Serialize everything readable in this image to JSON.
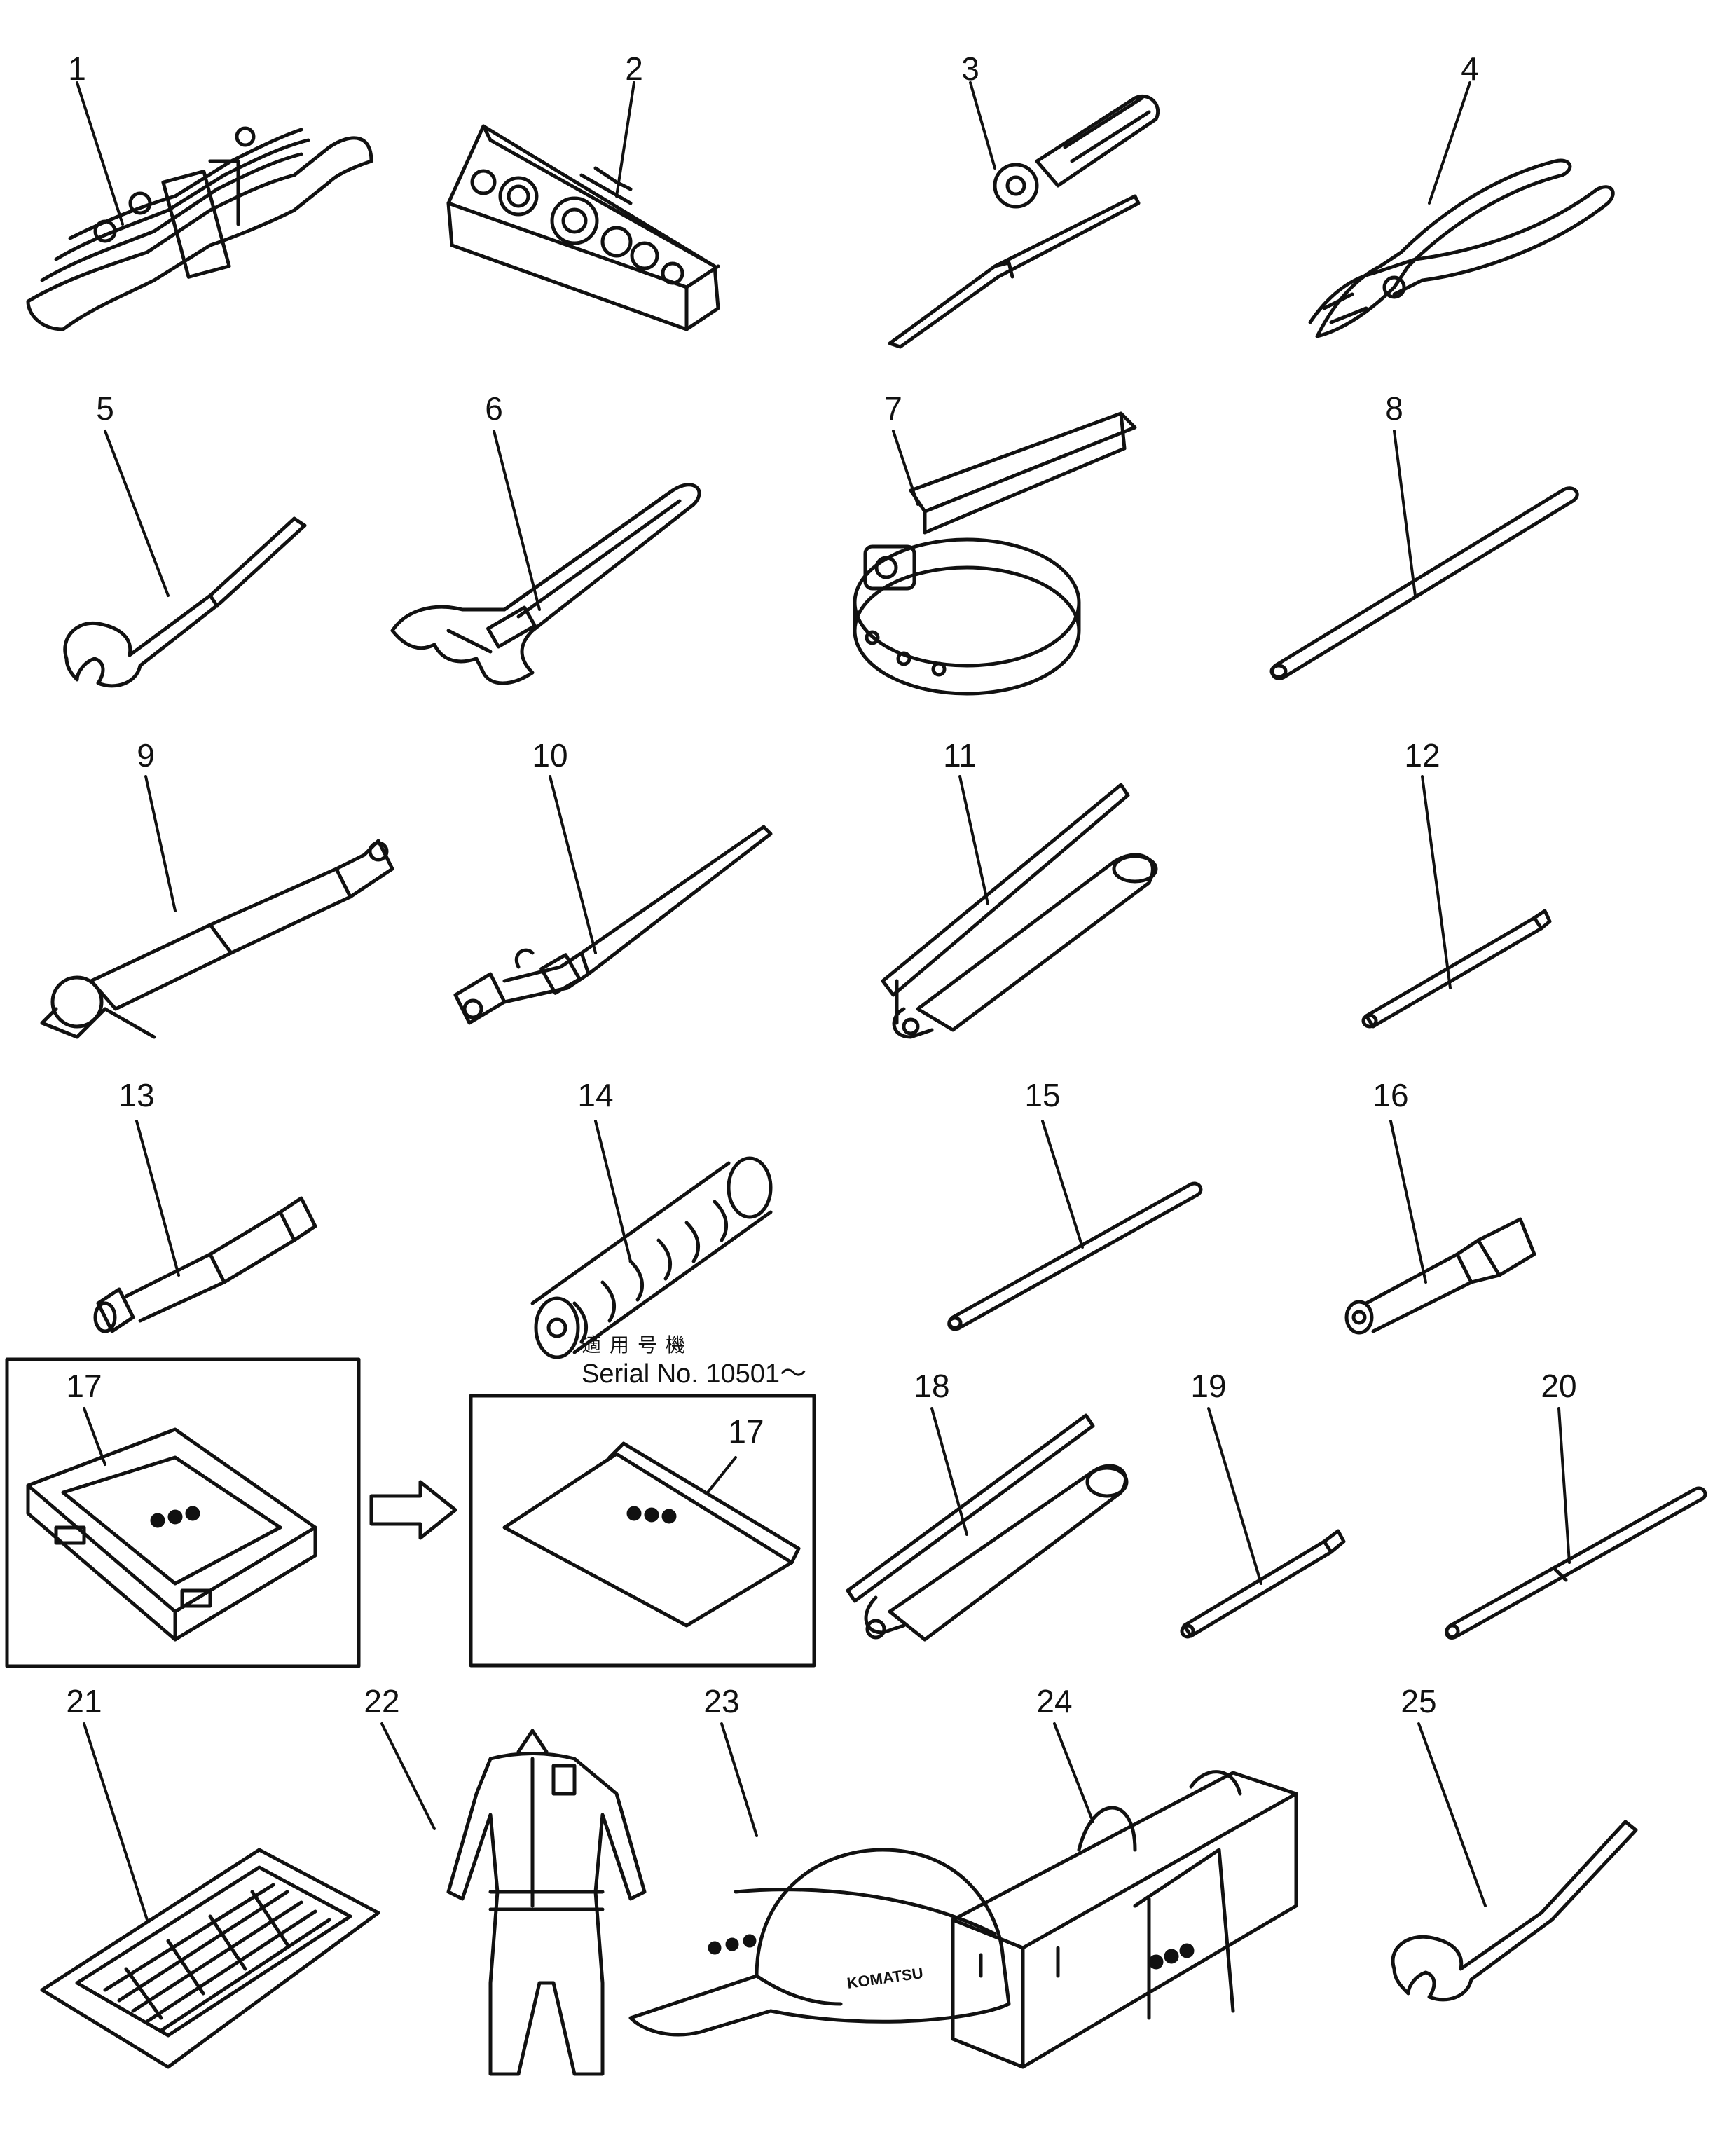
{
  "colors": {
    "line": "#111111",
    "background": "#ffffff"
  },
  "callouts": [
    {
      "id": "1",
      "label": "1",
      "item": "spanner-set-icon"
    },
    {
      "id": "2",
      "label": "2",
      "item": "socket-set-icon"
    },
    {
      "id": "3",
      "label": "3",
      "item": "screwdriver-icon"
    },
    {
      "id": "4",
      "label": "4",
      "item": "pliers-icon"
    },
    {
      "id": "5",
      "label": "5",
      "item": "wrench-icon"
    },
    {
      "id": "6",
      "label": "6",
      "item": "adjustable-wrench-icon"
    },
    {
      "id": "7",
      "label": "7",
      "item": "filter-wrench-icon"
    },
    {
      "id": "8",
      "label": "8",
      "item": "bar-icon"
    },
    {
      "id": "9",
      "label": "9",
      "item": "gauge-icon"
    },
    {
      "id": "10",
      "label": "10",
      "item": "extension-tool-icon"
    },
    {
      "id": "11",
      "label": "11",
      "item": "grease-gun-icon"
    },
    {
      "id": "12",
      "label": "12",
      "item": "nozzle-pipe-icon"
    },
    {
      "id": "13",
      "label": "13",
      "item": "hose-adapter-icon"
    },
    {
      "id": "14",
      "label": "14",
      "item": "spring-coil-icon"
    },
    {
      "id": "15",
      "label": "15",
      "item": "rod-icon"
    },
    {
      "id": "16",
      "label": "16",
      "item": "adapter-icon"
    },
    {
      "id": "17a",
      "label": "17",
      "item": "tool-case-icon"
    },
    {
      "id": "17b",
      "label": "17",
      "item": "tool-pouch-icon"
    },
    {
      "id": "18",
      "label": "18",
      "item": "grease-gun-icon"
    },
    {
      "id": "19",
      "label": "19",
      "item": "nozzle-pipe-icon"
    },
    {
      "id": "20",
      "label": "20",
      "item": "bar-icon"
    },
    {
      "id": "21",
      "label": "21",
      "item": "chart-sheet-icon"
    },
    {
      "id": "22",
      "label": "22",
      "item": "coverall-icon"
    },
    {
      "id": "23",
      "label": "23",
      "item": "cap-icon"
    },
    {
      "id": "24",
      "label": "24",
      "item": "tool-bag-icon"
    },
    {
      "id": "25",
      "label": "25",
      "item": "wrench-icon"
    }
  ],
  "serial_note": {
    "line1": "適用号機",
    "line2": "Serial No. 10501～"
  },
  "cap_text": "KOMATSU",
  "arrow_icon": "right-arrow-icon"
}
